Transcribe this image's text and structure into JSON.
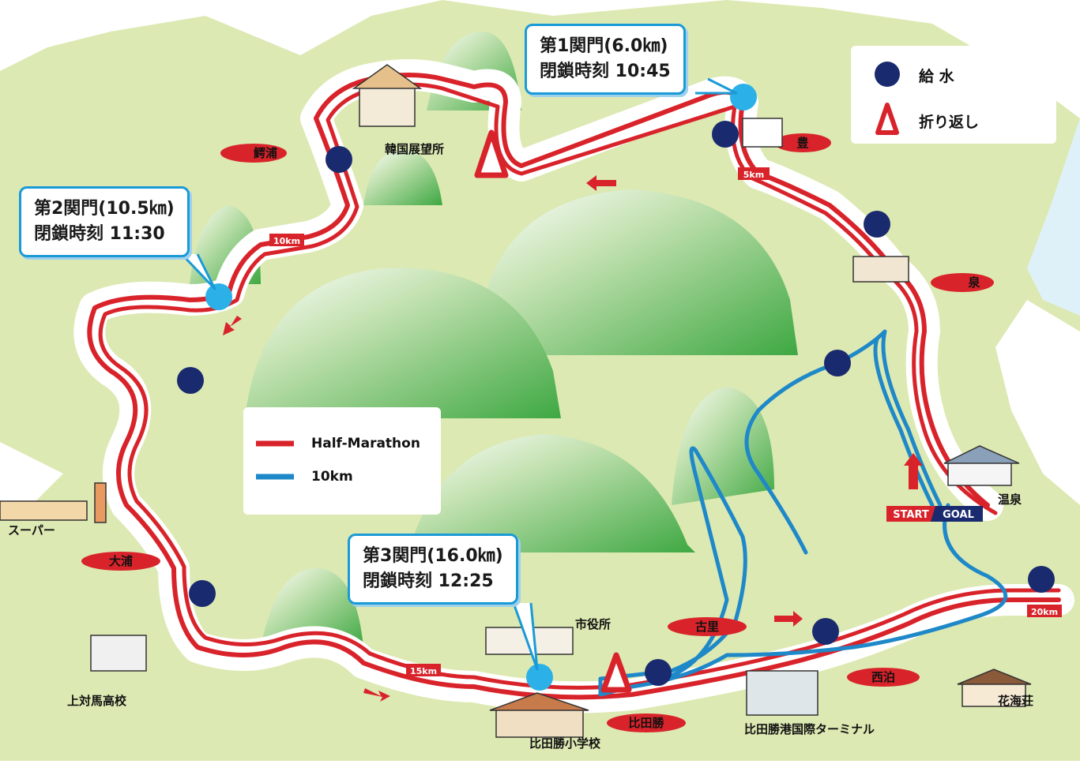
{
  "gates": [
    {
      "line1": "第1関門(6.0㎞)",
      "line2": "閉鎖時刻 10:45"
    },
    {
      "line1": "第2関門(10.5㎞)",
      "line2": "閉鎖時刻 11:30"
    },
    {
      "line1": "第3関門(16.0㎞)",
      "line2": "閉鎖時刻 12:25"
    }
  ],
  "legend_symbols": {
    "water": "給 水",
    "turnaround": "折り返し"
  },
  "legend_lines": {
    "half": "Half-Marathon",
    "ten": "10km"
  },
  "colors": {
    "half": "#d9232b",
    "ten": "#1e88c8",
    "water": "#1a2a6e",
    "gate": "#2bb0e8",
    "land": "#dce9b2",
    "hill": "#4fb04a"
  },
  "km_markers": [
    "5km",
    "10km",
    "15km",
    "20km"
  ],
  "start_goal": {
    "start": "START",
    "goal": "GOAL"
  },
  "place_ovals": [
    "鰐浦",
    "豊",
    "泉",
    "大浦",
    "古里",
    "西泊",
    "比田勝"
  ],
  "landmarks": [
    "韓国展望所",
    "スーパー",
    "上対馬高校",
    "市役所",
    "温泉",
    "花海荘",
    "比田勝小学校",
    "比田勝港国際ターミナル"
  ]
}
